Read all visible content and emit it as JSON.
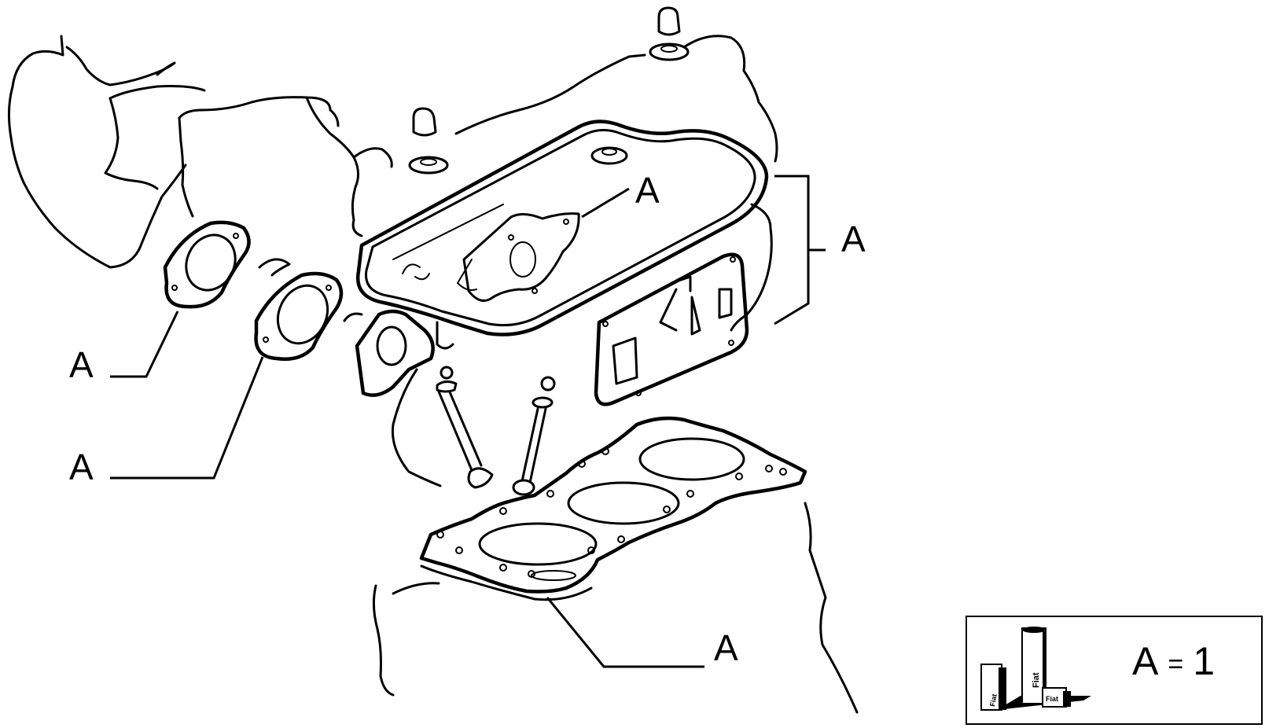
{
  "callouts": {
    "valve_cover_gasket": "A",
    "cover_group": "A",
    "manifold_gasket_upper": "A",
    "manifold_gasket_lower": "A",
    "head_gasket": "A"
  },
  "legend": {
    "kit_label": "A",
    "equals": "=",
    "quantity": "1",
    "kit_icon": "gasket-kit-package-icon",
    "box_brand_1": "Fiat",
    "box_brand_2": "Fiat",
    "box_brand_3": "Fiat"
  }
}
